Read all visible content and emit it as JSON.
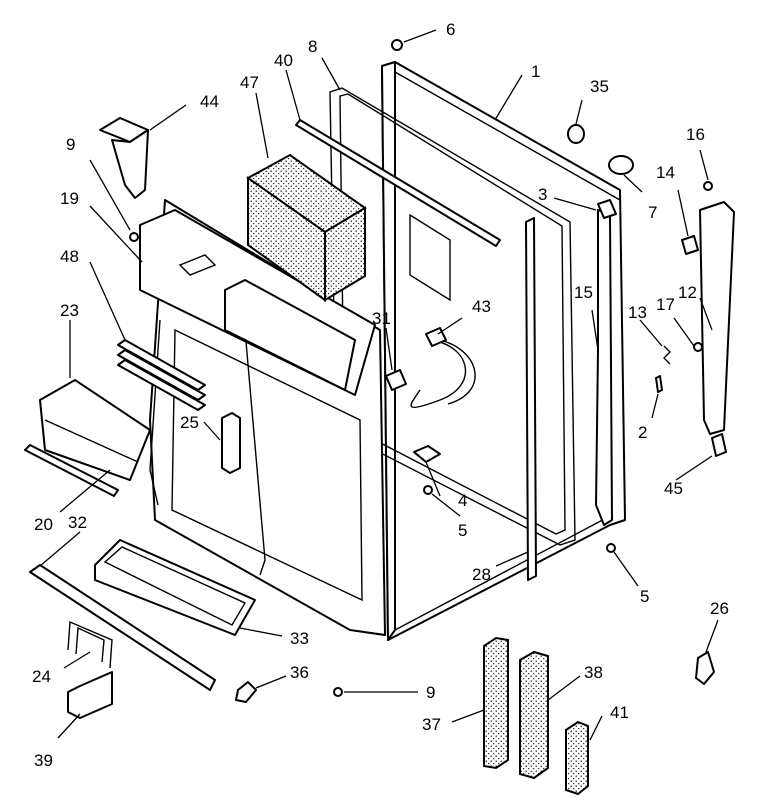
{
  "diagram": {
    "callouts": [
      {
        "id": "c1",
        "text": "1"
      },
      {
        "id": "c2",
        "text": "2"
      },
      {
        "id": "c3",
        "text": "3"
      },
      {
        "id": "c4",
        "text": "4"
      },
      {
        "id": "c5a",
        "text": "5"
      },
      {
        "id": "c5b",
        "text": "5"
      },
      {
        "id": "c6",
        "text": "6"
      },
      {
        "id": "c7",
        "text": "7"
      },
      {
        "id": "c8",
        "text": "8"
      },
      {
        "id": "c9a",
        "text": "9"
      },
      {
        "id": "c9b",
        "text": "9"
      },
      {
        "id": "c12",
        "text": "12"
      },
      {
        "id": "c13",
        "text": "13"
      },
      {
        "id": "c14",
        "text": "14"
      },
      {
        "id": "c15",
        "text": "15"
      },
      {
        "id": "c16",
        "text": "16"
      },
      {
        "id": "c17",
        "text": "17"
      },
      {
        "id": "c19",
        "text": "19"
      },
      {
        "id": "c20",
        "text": "20"
      },
      {
        "id": "c23",
        "text": "23"
      },
      {
        "id": "c24",
        "text": "24"
      },
      {
        "id": "c25",
        "text": "25"
      },
      {
        "id": "c26",
        "text": "26"
      },
      {
        "id": "c28",
        "text": "28"
      },
      {
        "id": "c31",
        "text": "31"
      },
      {
        "id": "c32",
        "text": "32"
      },
      {
        "id": "c33",
        "text": "33"
      },
      {
        "id": "c35",
        "text": "35"
      },
      {
        "id": "c36",
        "text": "36"
      },
      {
        "id": "c37",
        "text": "37"
      },
      {
        "id": "c38",
        "text": "38"
      },
      {
        "id": "c39",
        "text": "39"
      },
      {
        "id": "c40",
        "text": "40"
      },
      {
        "id": "c41",
        "text": "41"
      },
      {
        "id": "c43",
        "text": "43"
      },
      {
        "id": "c44",
        "text": "44"
      },
      {
        "id": "c45",
        "text": "45"
      },
      {
        "id": "c47",
        "text": "47"
      },
      {
        "id": "c48",
        "text": "48"
      }
    ]
  }
}
